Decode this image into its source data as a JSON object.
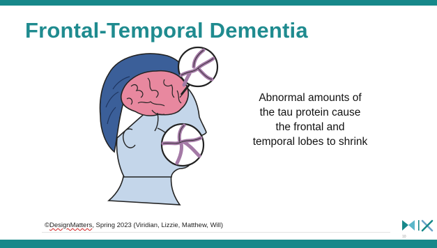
{
  "slide": {
    "title": "Frontal-Temporal Dementia",
    "body_lines": [
      "Abnormal amounts of",
      "the tau protein cause",
      "the frontal and",
      "temporal lobes to shrink"
    ],
    "footer": {
      "prefix": "©",
      "brand": "DesignMatters",
      "rest": ", Spring 2023 (Viridian, Lizzie, Matthew, Will)"
    },
    "page_number": "10"
  },
  "colors": {
    "accent": "#17888a",
    "title": "#1f8b8f",
    "brain": "#e8889f",
    "hair": "#3b5f99",
    "skin": "#c4d6ea",
    "neuron": "#a47aa6"
  },
  "icons": [
    "head-brain-illustration",
    "neuron-magnifier-icon",
    "butterfly-logo-icon",
    "x-logo-icon"
  ]
}
